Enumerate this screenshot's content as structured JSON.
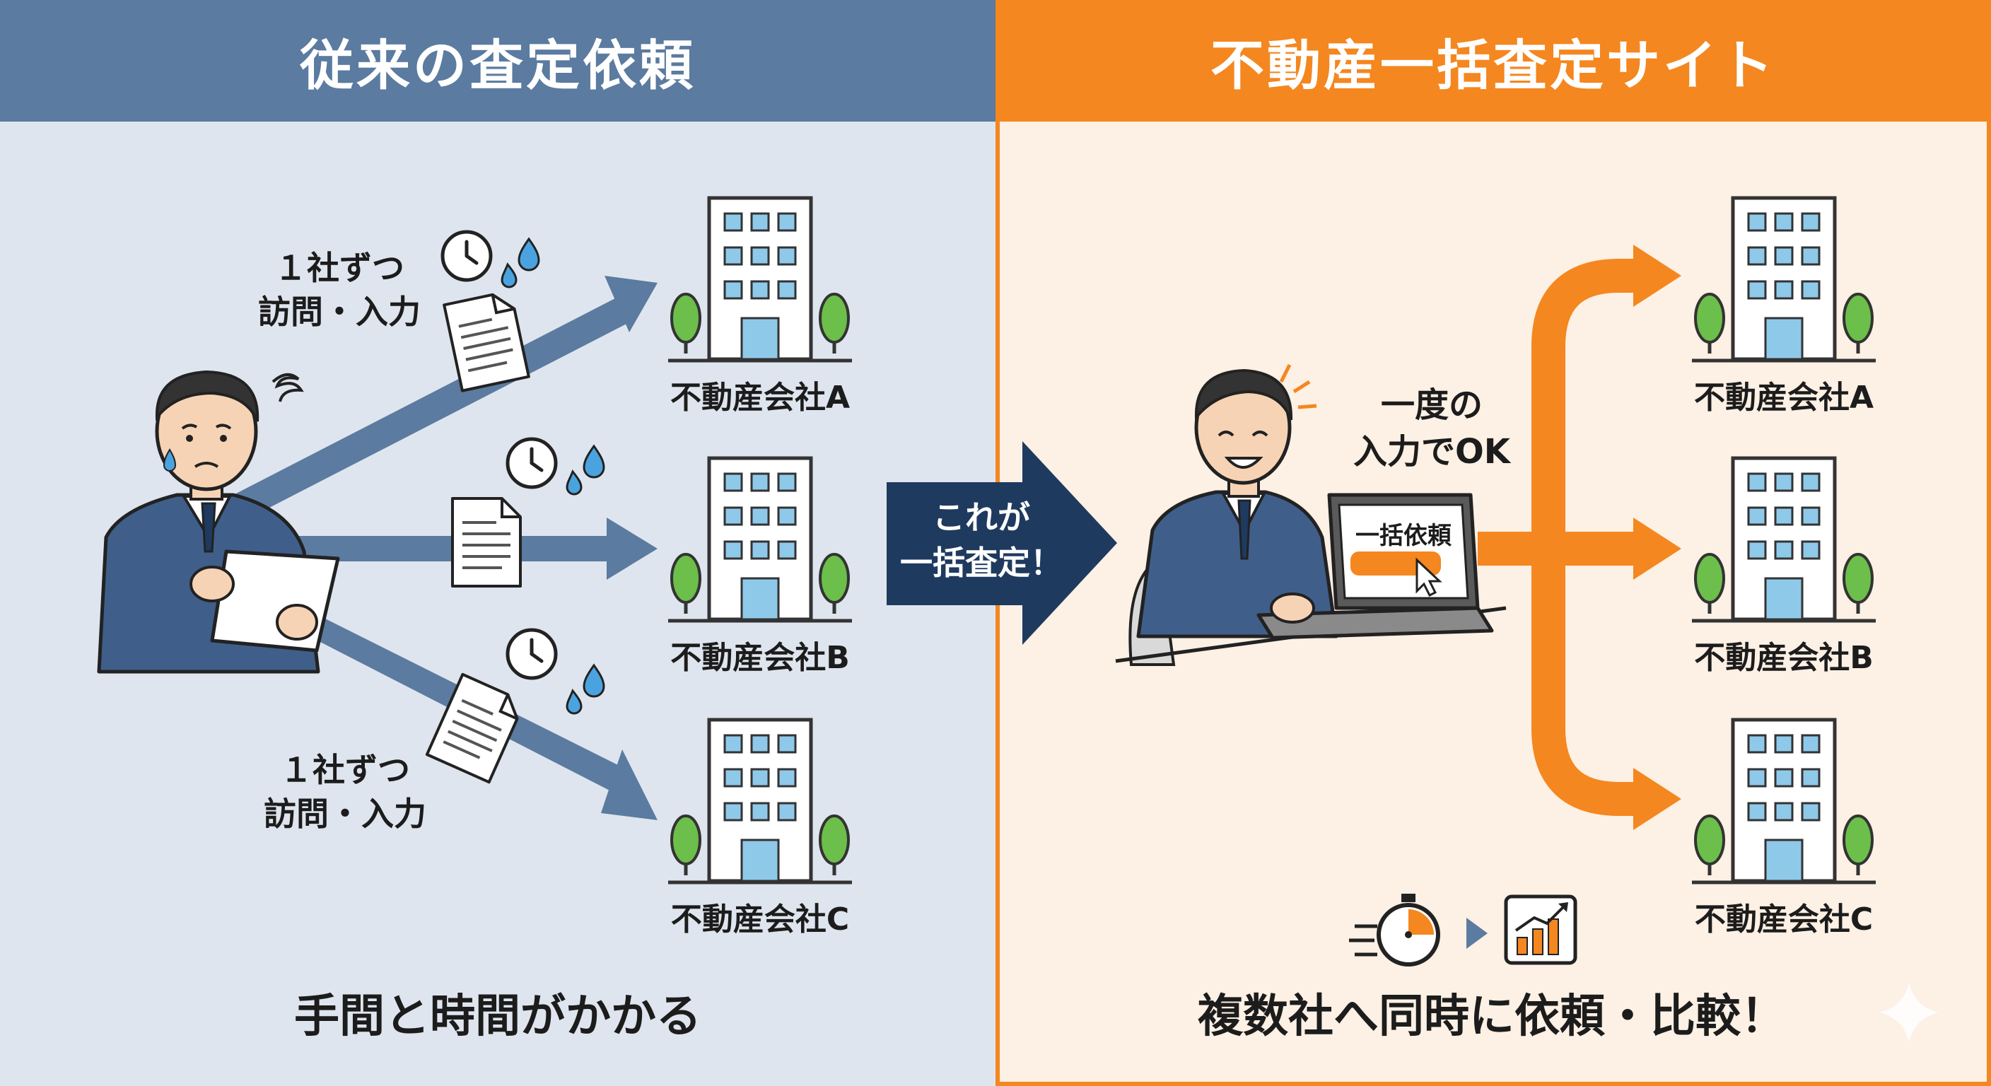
{
  "left": {
    "title": "従来の査定依頼",
    "step_label_top": "１社ずつ\n訪問・入力",
    "step_label_bottom": "１社ずつ\n訪問・入力",
    "companies": [
      "不動産会社A",
      "不動産会社B",
      "不動産会社C"
    ],
    "conclusion": "手間と時間がかかる"
  },
  "center": {
    "arrow_text": "これが\n一括査定！"
  },
  "right": {
    "title": "不動産一括査定サイト",
    "once_text": "一度の\n入力でOK",
    "laptop_button": "一括依頼",
    "companies": [
      "不動産会社A",
      "不動産会社B",
      "不動産会社C"
    ],
    "conclusion": "複数社へ同時に依頼・比較！"
  },
  "colors": {
    "left_bg": "#dfe5ee",
    "left_header": "#5b7ba0",
    "right_bg": "#fdf0e4",
    "accent_orange": "#f4871f",
    "navy": "#1f3a5f",
    "arrow_blue": "#5b7ba0"
  },
  "icons": [
    "clock-icon",
    "sweat-drops-icon",
    "document-icon",
    "building-icon",
    "tree-icon",
    "cursor-icon",
    "stopwatch-icon",
    "growth-chart-icon",
    "sparkle-icon"
  ]
}
